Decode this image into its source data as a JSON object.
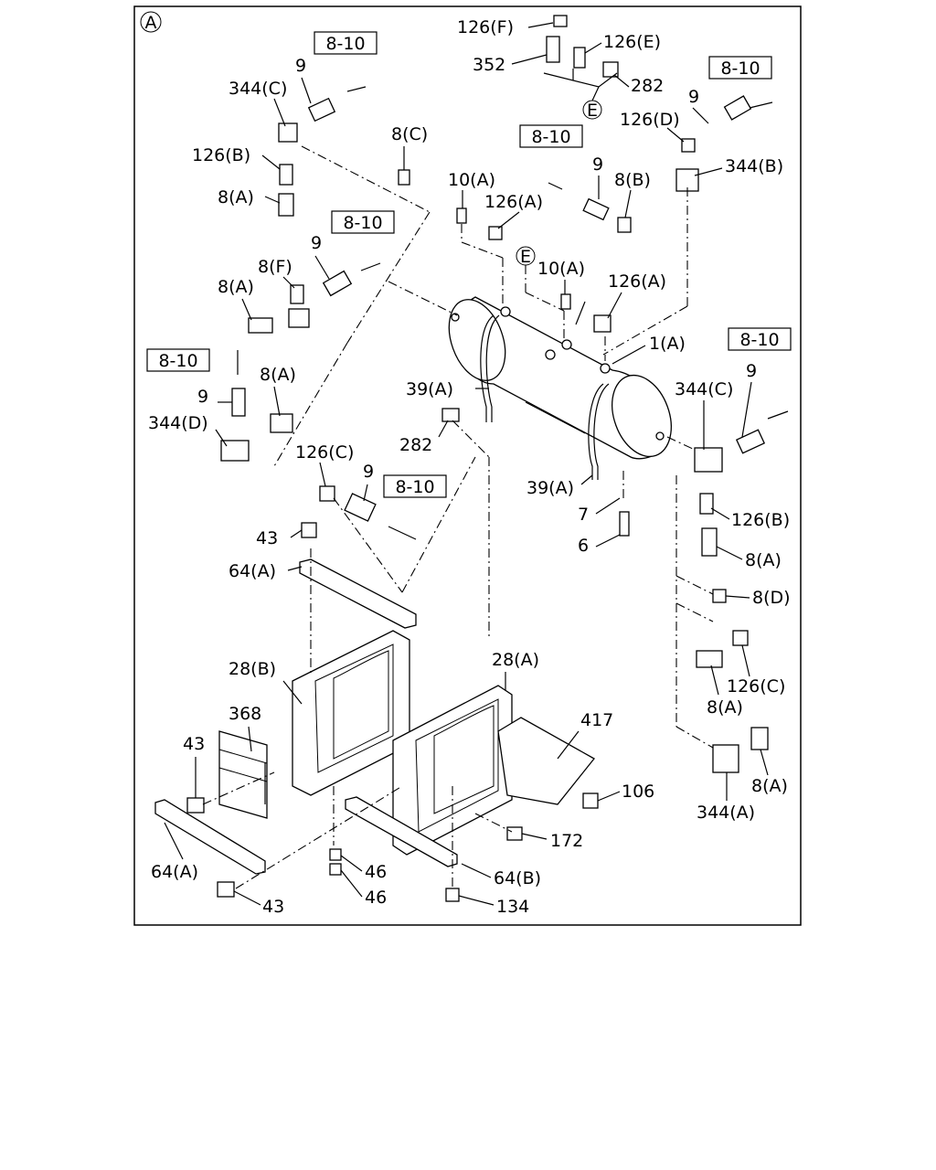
{
  "view_marker": "A",
  "ref_marker": "E",
  "labels": {
    "p126F": "126(F)",
    "p126E": "126(E)",
    "p352": "352",
    "p282top": "282",
    "ref810a": "8-10",
    "ref810b": "8-10",
    "ref810c": "8-10",
    "ref810d": "8-10",
    "ref810e": "8-10",
    "ref810f": "8-10",
    "ref810g": "8-10",
    "p9a": "9",
    "p9b": "9",
    "p9c": "9",
    "p9d": "9",
    "p9e": "9",
    "p9f": "9",
    "p9g": "9",
    "p344C_left": "344(C)",
    "p126B_left": "126(B)",
    "p8A_1": "8(A)",
    "p8C": "8(C)",
    "p126D": "126(D)",
    "p344B": "344(B)",
    "p10A_1": "10(A)",
    "p126A_1": "126(A)",
    "p8B": "8(B)",
    "p8F": "8(F)",
    "p8A_2": "8(A)",
    "p10A_2": "10(A)",
    "p126A_2": "126(A)",
    "p1A": "1(A)",
    "p8A_3": "8(A)",
    "p39A_1": "39(A)",
    "p344D": "344(D)",
    "p344C_right": "344(C)",
    "p282mid": "282",
    "p126C_left": "126(C)",
    "p39A_2": "39(A)",
    "p7": "7",
    "p6": "6",
    "p126B_right": "126(B)",
    "p43a": "43",
    "p8A_4": "8(A)",
    "p64A_top": "64(A)",
    "p8D": "8(D)",
    "p126C_right": "126(C)",
    "p8A_5": "8(A)",
    "p28B": "28(B)",
    "p28A": "28(A)",
    "p368": "368",
    "p417": "417",
    "p43b": "43",
    "p8A_6": "8(A)",
    "p344A": "344(A)",
    "p106": "106",
    "p172": "172",
    "p64A_bot": "64(A)",
    "p46a": "46",
    "p46b": "46",
    "p64B": "64(B)",
    "p43c": "43",
    "p134": "134"
  }
}
